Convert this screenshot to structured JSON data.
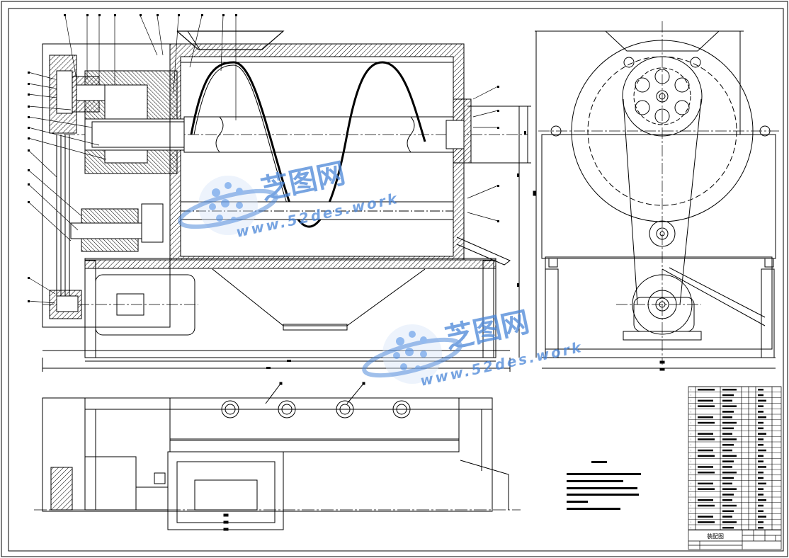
{
  "drawing": {
    "title_block_label": "装配图"
  },
  "watermark": {
    "name": "芝图网",
    "url": "www.52des.work",
    "color": "#4a86d8"
  },
  "colors": {
    "line": "#000000",
    "paper": "#ffffff"
  }
}
